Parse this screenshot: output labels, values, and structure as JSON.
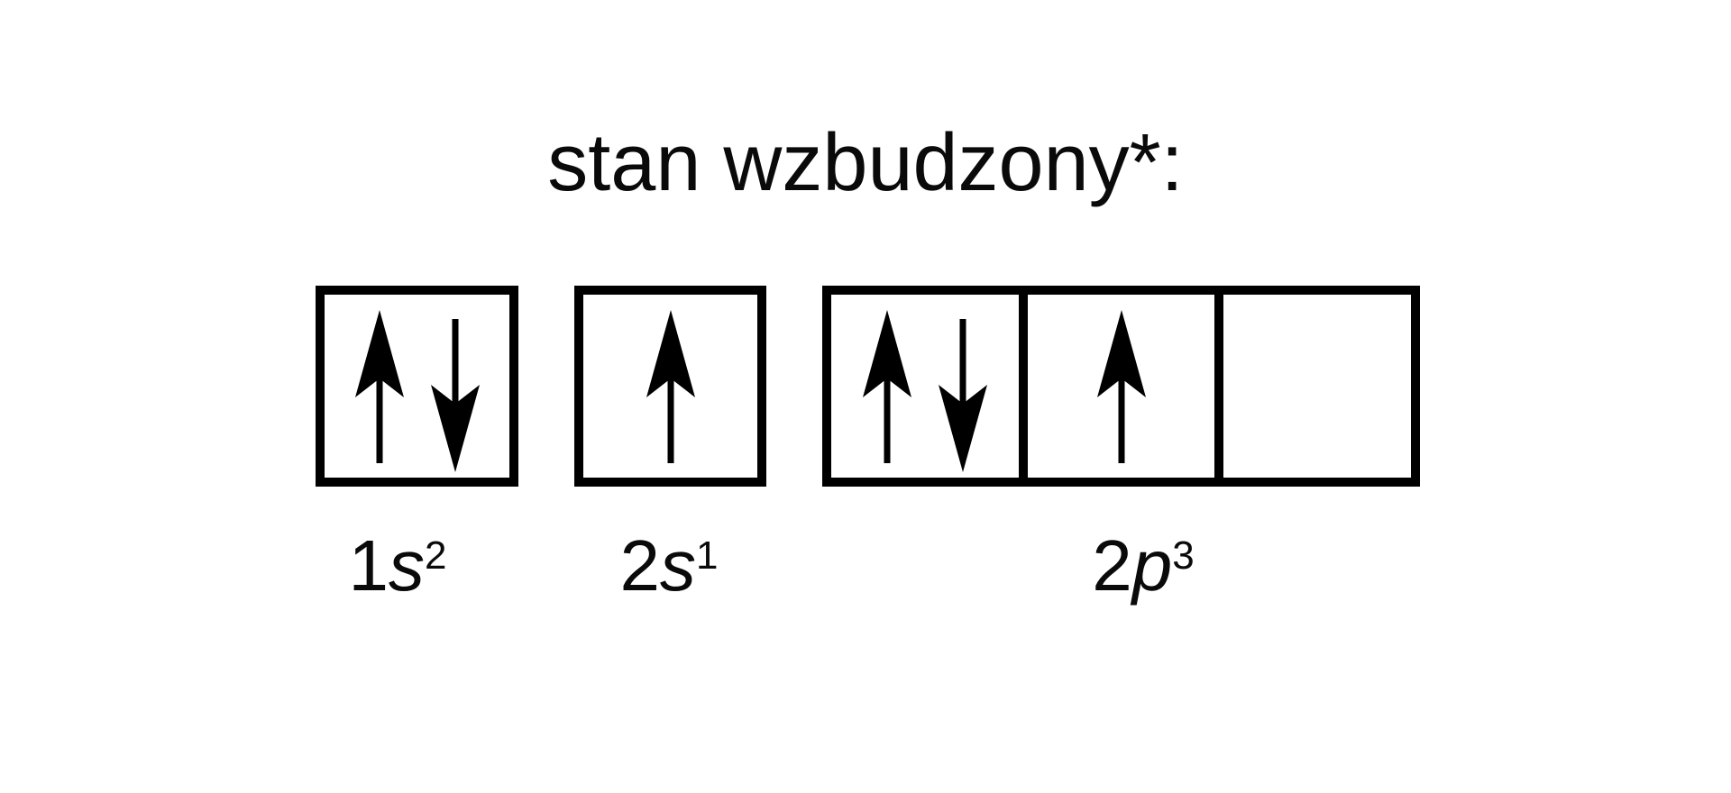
{
  "title": "stan wzbudzony*:",
  "colors": {
    "ink": "#000000",
    "background": "#ffffff"
  },
  "diagram": {
    "kind": "electron-orbital-box-diagram",
    "orbitals": [
      {
        "id": "1s",
        "label_num": "1",
        "label_letter": "s",
        "label_sup": "2",
        "cells": [
          {
            "electrons": [
              "up",
              "down"
            ]
          }
        ]
      },
      {
        "id": "2s",
        "label_num": "2",
        "label_letter": "s",
        "label_sup": "1",
        "cells": [
          {
            "electrons": [
              "up"
            ]
          }
        ]
      },
      {
        "id": "2p",
        "label_num": "2",
        "label_letter": "p",
        "label_sup": "3",
        "cells": [
          {
            "electrons": [
              "up",
              "down"
            ]
          },
          {
            "electrons": [
              "up"
            ]
          },
          {
            "electrons": []
          }
        ]
      }
    ]
  }
}
